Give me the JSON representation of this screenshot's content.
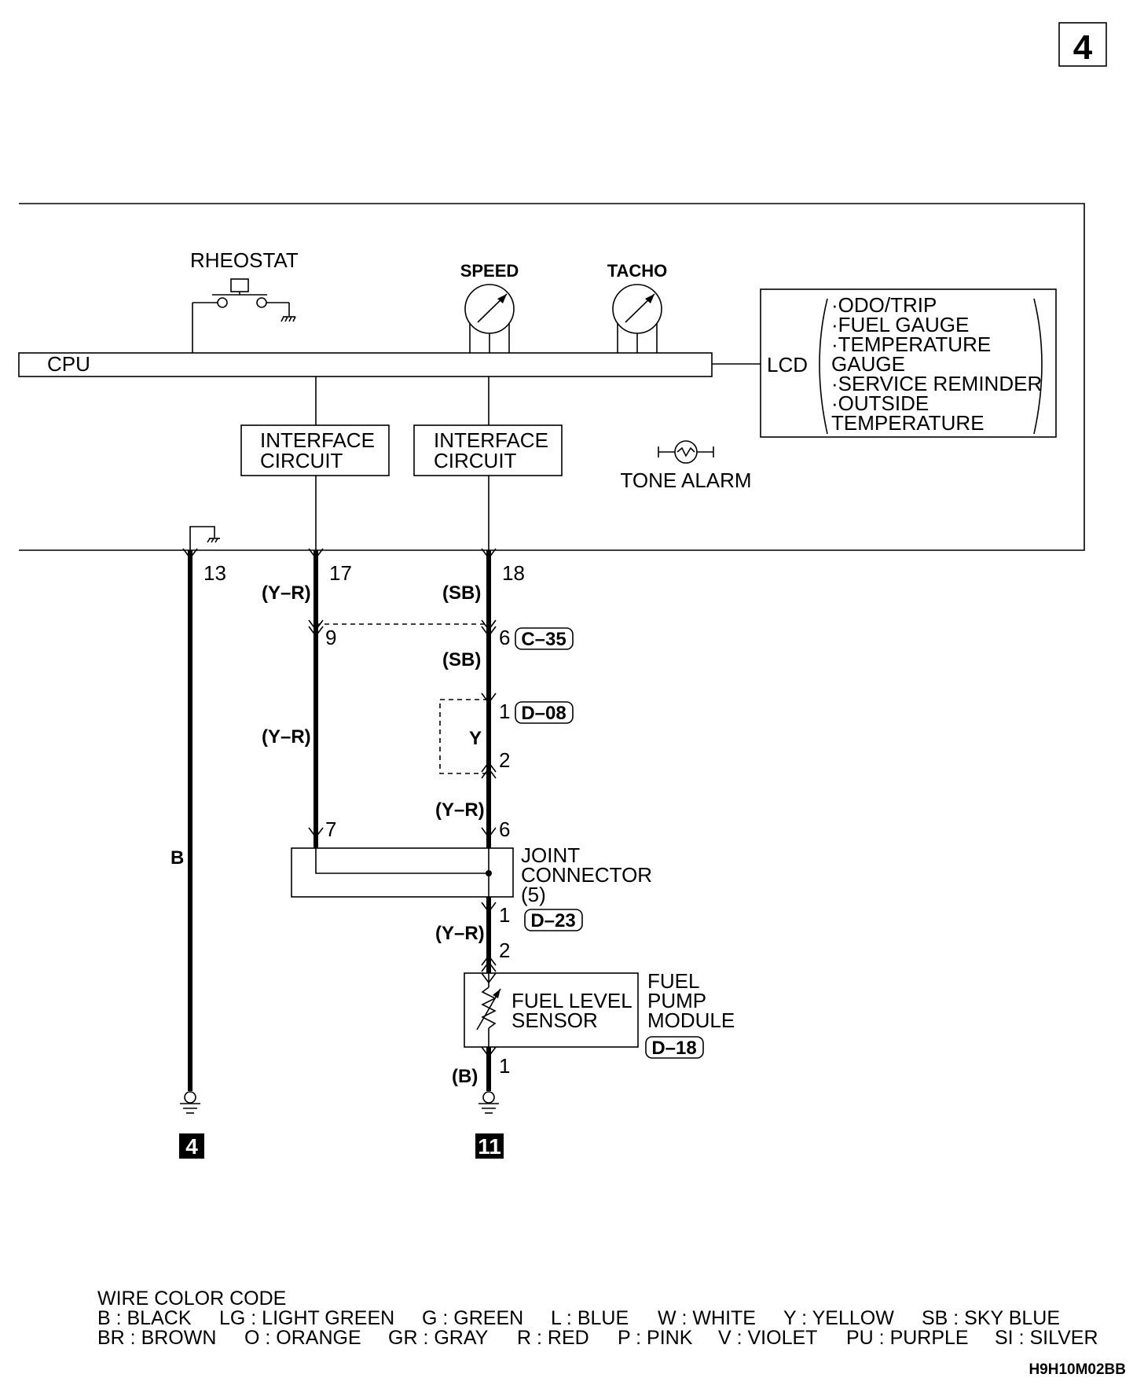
{
  "page_number": "4",
  "cpu_label": "CPU",
  "rheostat_label": "RHEOSTAT",
  "speed_label": "SPEED",
  "tacho_label": "TACHO",
  "lcd": {
    "label": "LCD",
    "items": [
      "·ODO/TRIP",
      "·FUEL GAUGE",
      "·TEMPERATURE",
      " GAUGE",
      "·SERVICE REMINDER",
      "·OUTSIDE",
      " TEMPERATURE"
    ]
  },
  "interface_circuit": {
    "line1": "INTERFACE",
    "line2": "CIRCUIT"
  },
  "tone_alarm_label": "TONE ALARM",
  "pins": {
    "p13": "13",
    "p17": "17",
    "p18": "18",
    "c35_left": "9",
    "c35_right": "6",
    "d08_top": "1",
    "d08_bottom": "2",
    "jc_left": "7",
    "jc_right": "6",
    "d23_top": "1",
    "d23_bottom": "2",
    "d18_pin": "1"
  },
  "wire_colors": {
    "w17_top": "(Y–R)",
    "w18_top": "(SB)",
    "w18_mid": "(SB)",
    "w17_mid": "(Y–R)",
    "d08_inside": "Y",
    "w_after_d08": "(Y–R)",
    "w13": "B",
    "w_d23": "(Y–R)",
    "w_ground": "(B)"
  },
  "connectors": {
    "c35": "C–35",
    "d08": "D–08",
    "d23": "D–23",
    "d18": "D–18"
  },
  "joint_connector": {
    "line1": "JOINT",
    "line2": "CONNECTOR",
    "line3": "(5)"
  },
  "fuel_level_sensor": {
    "line1": "FUEL LEVEL",
    "line2": "SENSOR"
  },
  "fuel_pump_module": {
    "line1": "FUEL",
    "line2": "PUMP",
    "line3": "MODULE"
  },
  "ground_refs": {
    "left": "4",
    "right": "11"
  },
  "legend": {
    "title": "WIRE COLOR CODE",
    "row1": [
      "B : BLACK",
      "LG : LIGHT GREEN",
      "G : GREEN",
      "L : BLUE",
      "W : WHITE",
      "Y : YELLOW",
      "SB : SKY BLUE"
    ],
    "row2": [
      "BR : BROWN",
      "O : ORANGE",
      "GR : GRAY",
      "R : RED",
      "P : PINK",
      "V : VIOLET",
      "PU : PURPLE",
      "SI : SILVER"
    ]
  },
  "figure_code": "H9H10M02BB"
}
